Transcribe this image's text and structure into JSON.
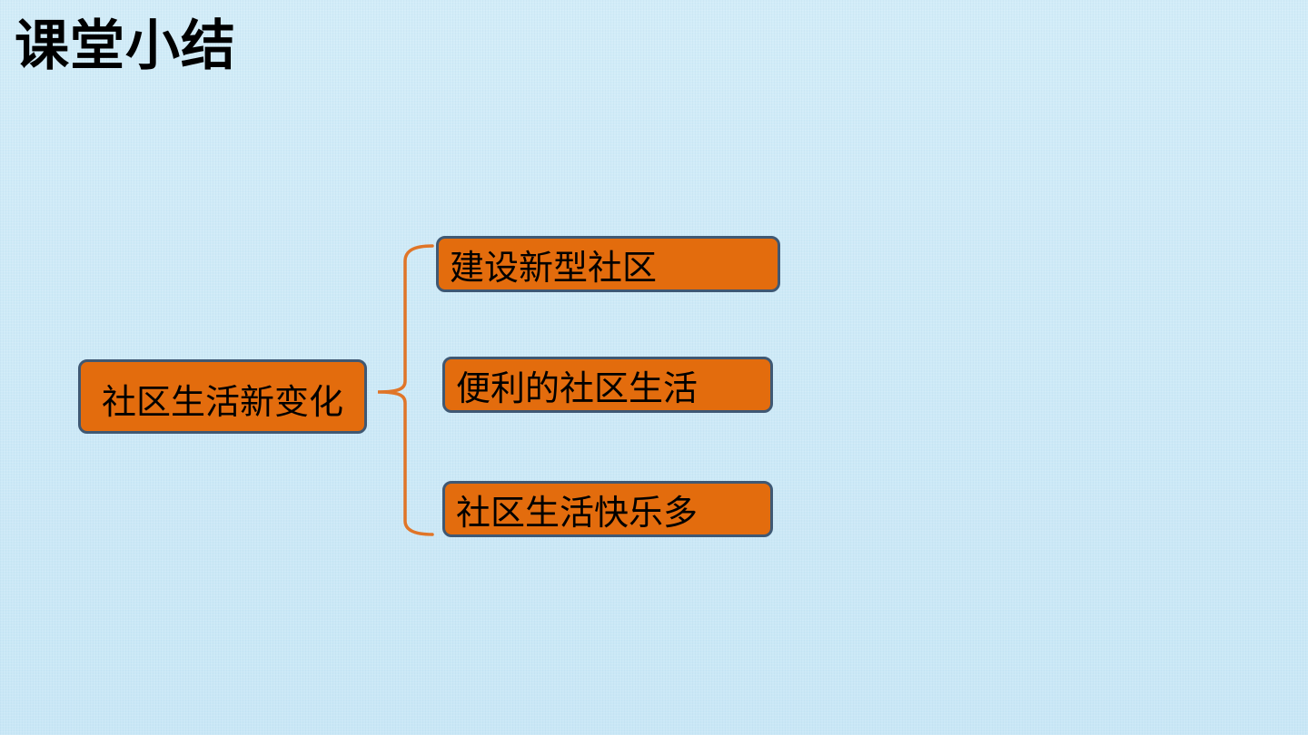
{
  "title": "课堂小结",
  "root": {
    "label": "社区生活新变化"
  },
  "branches": [
    {
      "label": "建设新型社区"
    },
    {
      "label": "便利的社区生活"
    },
    {
      "label": "社区生活快乐多"
    }
  ],
  "colors": {
    "node_fill": "#e36c0d",
    "node_border": "#3f5873",
    "brace": "#e07528",
    "background": "#cfeaf7"
  }
}
